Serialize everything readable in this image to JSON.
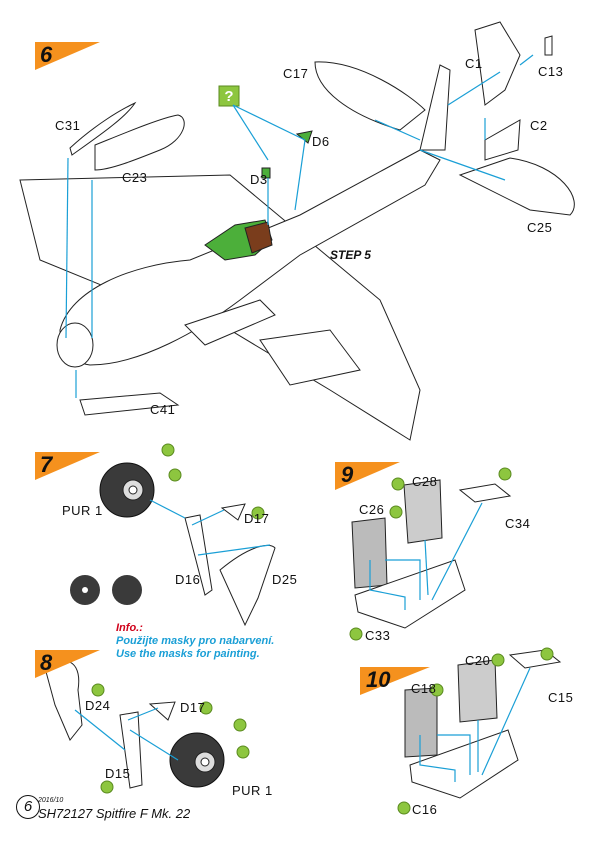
{
  "steps": {
    "s6": "6",
    "s7": "7",
    "s8": "8",
    "s9": "9",
    "s10": "10"
  },
  "step_note": "STEP 5",
  "labels": {
    "c17": "C17",
    "c1": "C1",
    "c13": "C13",
    "c2": "C2",
    "c25": "C25",
    "c31": "C31",
    "c23": "C23",
    "d6": "D6",
    "d3": "D3",
    "c41": "C41",
    "pur1_top": "PUR 1",
    "d17_top": "D17",
    "d16": "D16",
    "d25": "D25",
    "c28": "C28",
    "c26": "C26",
    "c34": "C34",
    "c33": "C33",
    "d24": "D24",
    "d17_bot": "D17",
    "d15": "D15",
    "pur1_bot": "PUR 1",
    "c20": "C20",
    "c18": "C18",
    "c15": "C15",
    "c16": "C16"
  },
  "info": {
    "title": "Info.:",
    "line1": "Použijte masky pro nabarvení.",
    "line2": "Use the masks for painting."
  },
  "footer": {
    "page": "6",
    "code": "2016/10",
    "title": "SH72127 Spitfire F Mk. 22"
  },
  "colors": {
    "step_flag": "#f5911e",
    "callout": "#1a9fd6",
    "cockpit": "#4caf3a",
    "badge": "#8dc63f"
  }
}
